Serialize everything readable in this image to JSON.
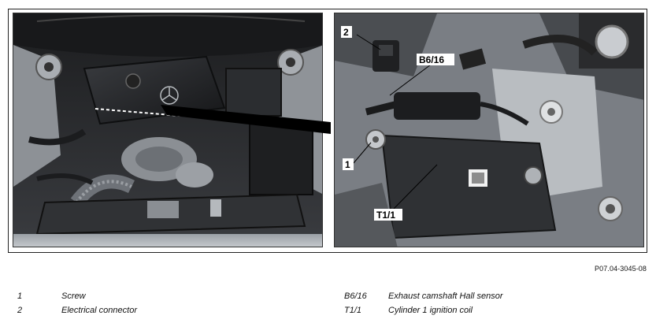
{
  "callouts": {
    "c2": "2",
    "b616": "B6/16",
    "c1": "1",
    "t11": "T1/1"
  },
  "reference": "P07.04-3045-08",
  "legend": [
    {
      "code": "1",
      "text": "Screw"
    },
    {
      "code": "2",
      "text": "Electrical connector"
    },
    {
      "code": "B6/16",
      "text": "Exhaust camshaft Hall sensor"
    },
    {
      "code": "T1/1",
      "text": "Cylinder 1 ignition coil"
    }
  ]
}
